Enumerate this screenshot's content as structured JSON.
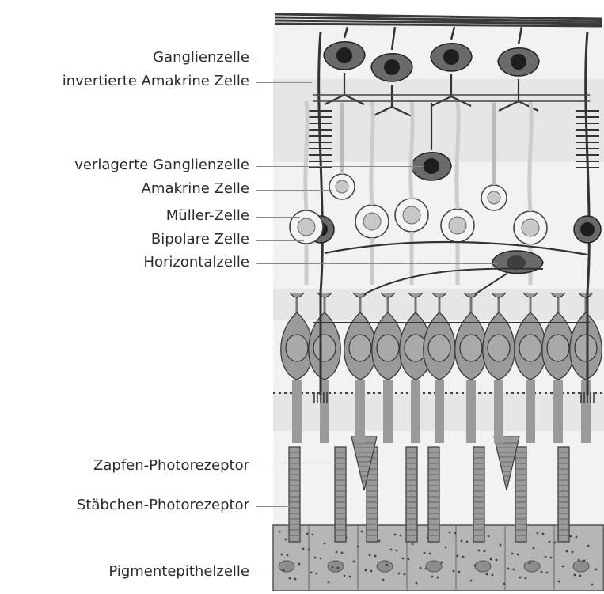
{
  "labels": {
    "ganglion": "Ganglienzelle",
    "inv_amacrine": "invertierte Amakrine Zelle",
    "displaced_ganglion": "verlagerte Ganglienzelle",
    "amacrine": "Amakrine Zelle",
    "mueller": "Müller-Zelle",
    "bipolar": "Bipolare Zelle",
    "horizontal": "Horizontalzelle",
    "cone": "Zapfen-Photorezeptor",
    "rod": "Stäbchen-Photorezeptor",
    "rpe": "Pigmentepithelzelle"
  },
  "colors": {
    "band_light": "#f2f2f2",
    "band_dark": "#e6e6e6",
    "ganglion_fill": "#6a6a6a",
    "nucleus_dark": "#1e1e1e",
    "cell_outline": "#3a3a3a",
    "photoreceptor": "#9a9a9a",
    "rpe": "#b5b5b5",
    "bipolar_fill": "#f4f4f4",
    "nucleus_light": "#c8c8c8"
  }
}
